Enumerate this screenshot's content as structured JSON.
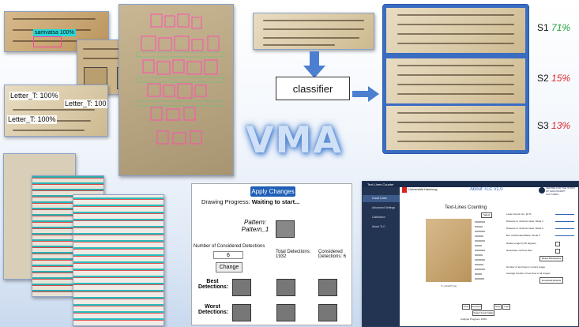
{
  "title": "VMA",
  "top_left": {
    "labels": {
      "cyan": "samvatsa 100%",
      "letter1": "Letter_T: 100%",
      "letter2": "Letter_T: 100",
      "letter3": "Letter_T: 100%"
    }
  },
  "classifier": {
    "label": "classifier",
    "scores": [
      {
        "name": "S1",
        "value": "71%",
        "color": "#1fa03a"
      },
      {
        "name": "S2",
        "value": "15%",
        "color": "#e0262b"
      },
      {
        "name": "S3",
        "value": "13%",
        "color": "#e0262b"
      }
    ]
  },
  "drawing": {
    "apply_label": "Apply Changes",
    "progress_label": "Drawing Progress:",
    "progress_status": "Waiting to start...",
    "pattern_title": "Pattern:",
    "pattern_name": "Pattern_1",
    "considered_label": "Number of Considered Detections",
    "considered_value": "6",
    "change_label": "Change",
    "total_label": "Total Detections: 1932",
    "considered_right": "Considered Detections: 6",
    "best_label": "Best Detections:",
    "worst_label": "Worst Detections:"
  },
  "tlc": {
    "window_title": "Text-Lines Counter",
    "header": "About TLC v1.0",
    "university": "Universität Hamburg",
    "centre": "CENTRE FOR THE STUDY OF MANUSCRIPT CULTURES",
    "sidebar": [
      "Count Lines",
      "Advanced Settings",
      "Calibration",
      "About TLC"
    ],
    "main_title": "Text-Lines Counting",
    "select_label": "Select",
    "settings": [
      "Lower bound min. 30 %",
      "Distance to min/max value: Mode 1",
      "Distance to min/max value: Mode 2",
      "Box of Estimated Basin: Mode 3"
    ],
    "check1": "Rotate image by 90 degrees",
    "check2": "Deactivate min/max filter",
    "reset_label": "Reset Parameters",
    "result1": "Number of text lines in current image",
    "result2": "Average number of text lines in all images",
    "download_label": "Download Results",
    "caption": "Ti_r19-927r.jpg",
    "nav": [
      "First",
      "Previous",
      "Next",
      "Last"
    ],
    "select_folder": "Select Input Folder",
    "progress": "Analysis Progress: 100%"
  }
}
